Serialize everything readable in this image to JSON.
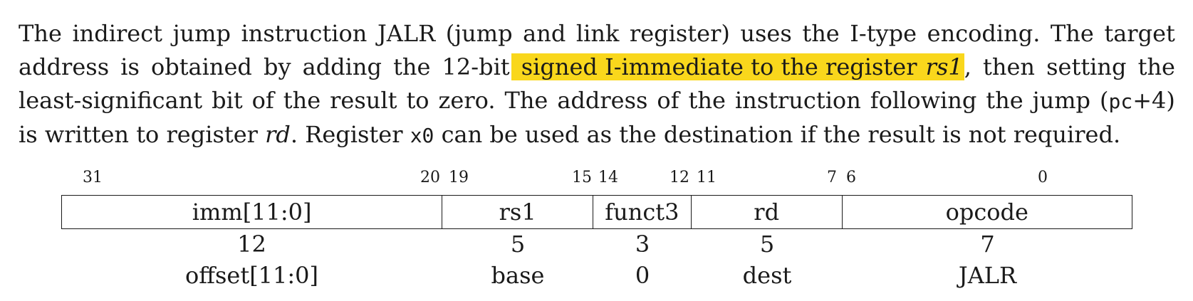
{
  "paragraph": {
    "l1": [
      "The",
      "indirect",
      "jump",
      "instruction",
      "JALR",
      "(jump",
      "and",
      "link",
      "register)",
      "uses",
      "the",
      "I-type",
      "encoding.",
      "The",
      "target"
    ],
    "l2a": [
      "address",
      "is",
      "obtained",
      "by",
      "adding",
      "the",
      "12-bit"
    ],
    "l2_hl_a": "signed I-immediate to the register ",
    "l2_hl_b": "rs1",
    "l2_c": ",",
    "l2b": [
      "then",
      "setting",
      "the"
    ],
    "l3a": [
      "least-significant",
      "bit",
      "of",
      "the",
      "result",
      "to",
      "zero.",
      "The",
      "address",
      "of",
      "the",
      "instruction",
      "following",
      "the",
      "jump"
    ],
    "l3_paren_open": "(",
    "l3_pc": "pc",
    "l3_plus": "+4)",
    "l4_a": "is written to register ",
    "l4_rd": "rd",
    "l4_b": ". Register ",
    "l4_x0": "x0",
    "l4_c": " can be used as the destination if the result is not required."
  },
  "bits": [
    "31",
    "20",
    "19",
    "15",
    "14",
    "12",
    "11",
    "7",
    "6",
    "0"
  ],
  "fields": [
    "imm[11:0]",
    "rs1",
    "funct3",
    "rd",
    "opcode"
  ],
  "widths": [
    "12",
    "5",
    "3",
    "5",
    "7"
  ],
  "meanings": [
    "offset[11:0]",
    "base",
    "0",
    "dest",
    "JALR"
  ]
}
